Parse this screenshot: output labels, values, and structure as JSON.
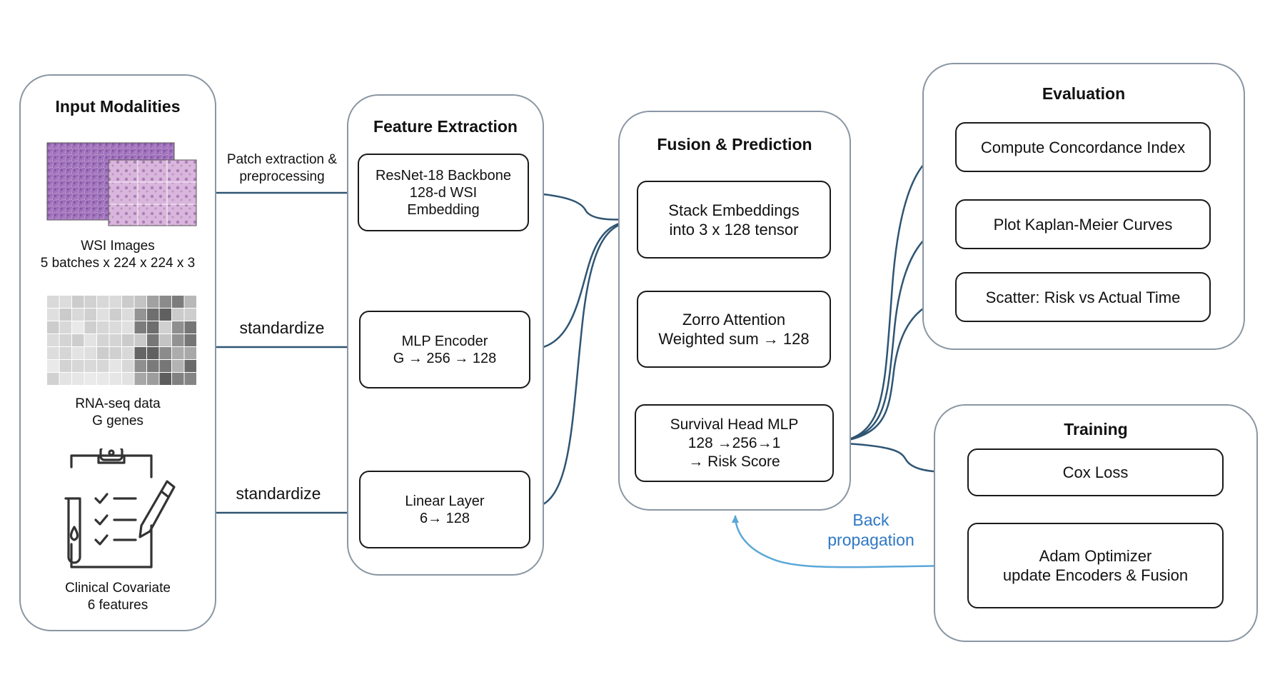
{
  "panels": {
    "input": {
      "title": "Input Modalities"
    },
    "feature": {
      "title": "Feature Extraction"
    },
    "fusion": {
      "title": "Fusion & Prediction"
    },
    "evaluation": {
      "title": "Evaluation"
    },
    "training": {
      "title": "Training"
    }
  },
  "inputs": {
    "wsi": {
      "line1": "WSI Images",
      "line2": "5 batches x 224 x 224 x 3"
    },
    "rna": {
      "line1": "RNA-seq data",
      "line2": "G genes"
    },
    "clinical": {
      "line1": "Clinical Covariate",
      "line2": "6 features"
    }
  },
  "feature_boxes": {
    "resnet": {
      "line1": "ResNet-18 Backbone",
      "line2": "128-d WSI",
      "line3": "Embedding"
    },
    "mlp": {
      "line1": "MLP Encoder",
      "line2": "G → 256 → 128"
    },
    "linear": {
      "line1": "Linear Layer",
      "line2": "6→ 128"
    }
  },
  "fusion_boxes": {
    "stack": {
      "line1": "Stack Embeddings",
      "line2": "into 3 x 128 tensor"
    },
    "zorro": {
      "line1": "Zorro Attention",
      "line2": "Weighted sum → 128"
    },
    "head": {
      "line1": "Survival Head MLP",
      "line2": "128 →256→1",
      "line3": "→ Risk Score"
    }
  },
  "evaluation_boxes": {
    "cindex": "Compute Concordance Index",
    "km": "Plot Kaplan-Meier Curves",
    "scatter": "Scatter: Risk vs Actual Time"
  },
  "training_boxes": {
    "cox": "Cox Loss",
    "adam": {
      "line1": "Adam Optimizer",
      "line2": "update Encoders & Fusion"
    }
  },
  "edge_labels": {
    "patch": {
      "line1": "Patch extraction &",
      "line2": "preprocessing"
    },
    "standardize_rna": "standardize",
    "standardize_clin": "standardize",
    "backprop": {
      "line1": "Back",
      "line2": "propagation"
    }
  },
  "colors": {
    "panel_border": "#8a96a3",
    "arrow": "#2f5573",
    "backprop_arrow": "#5aa7d8",
    "backprop_text": "#2f78c4"
  }
}
